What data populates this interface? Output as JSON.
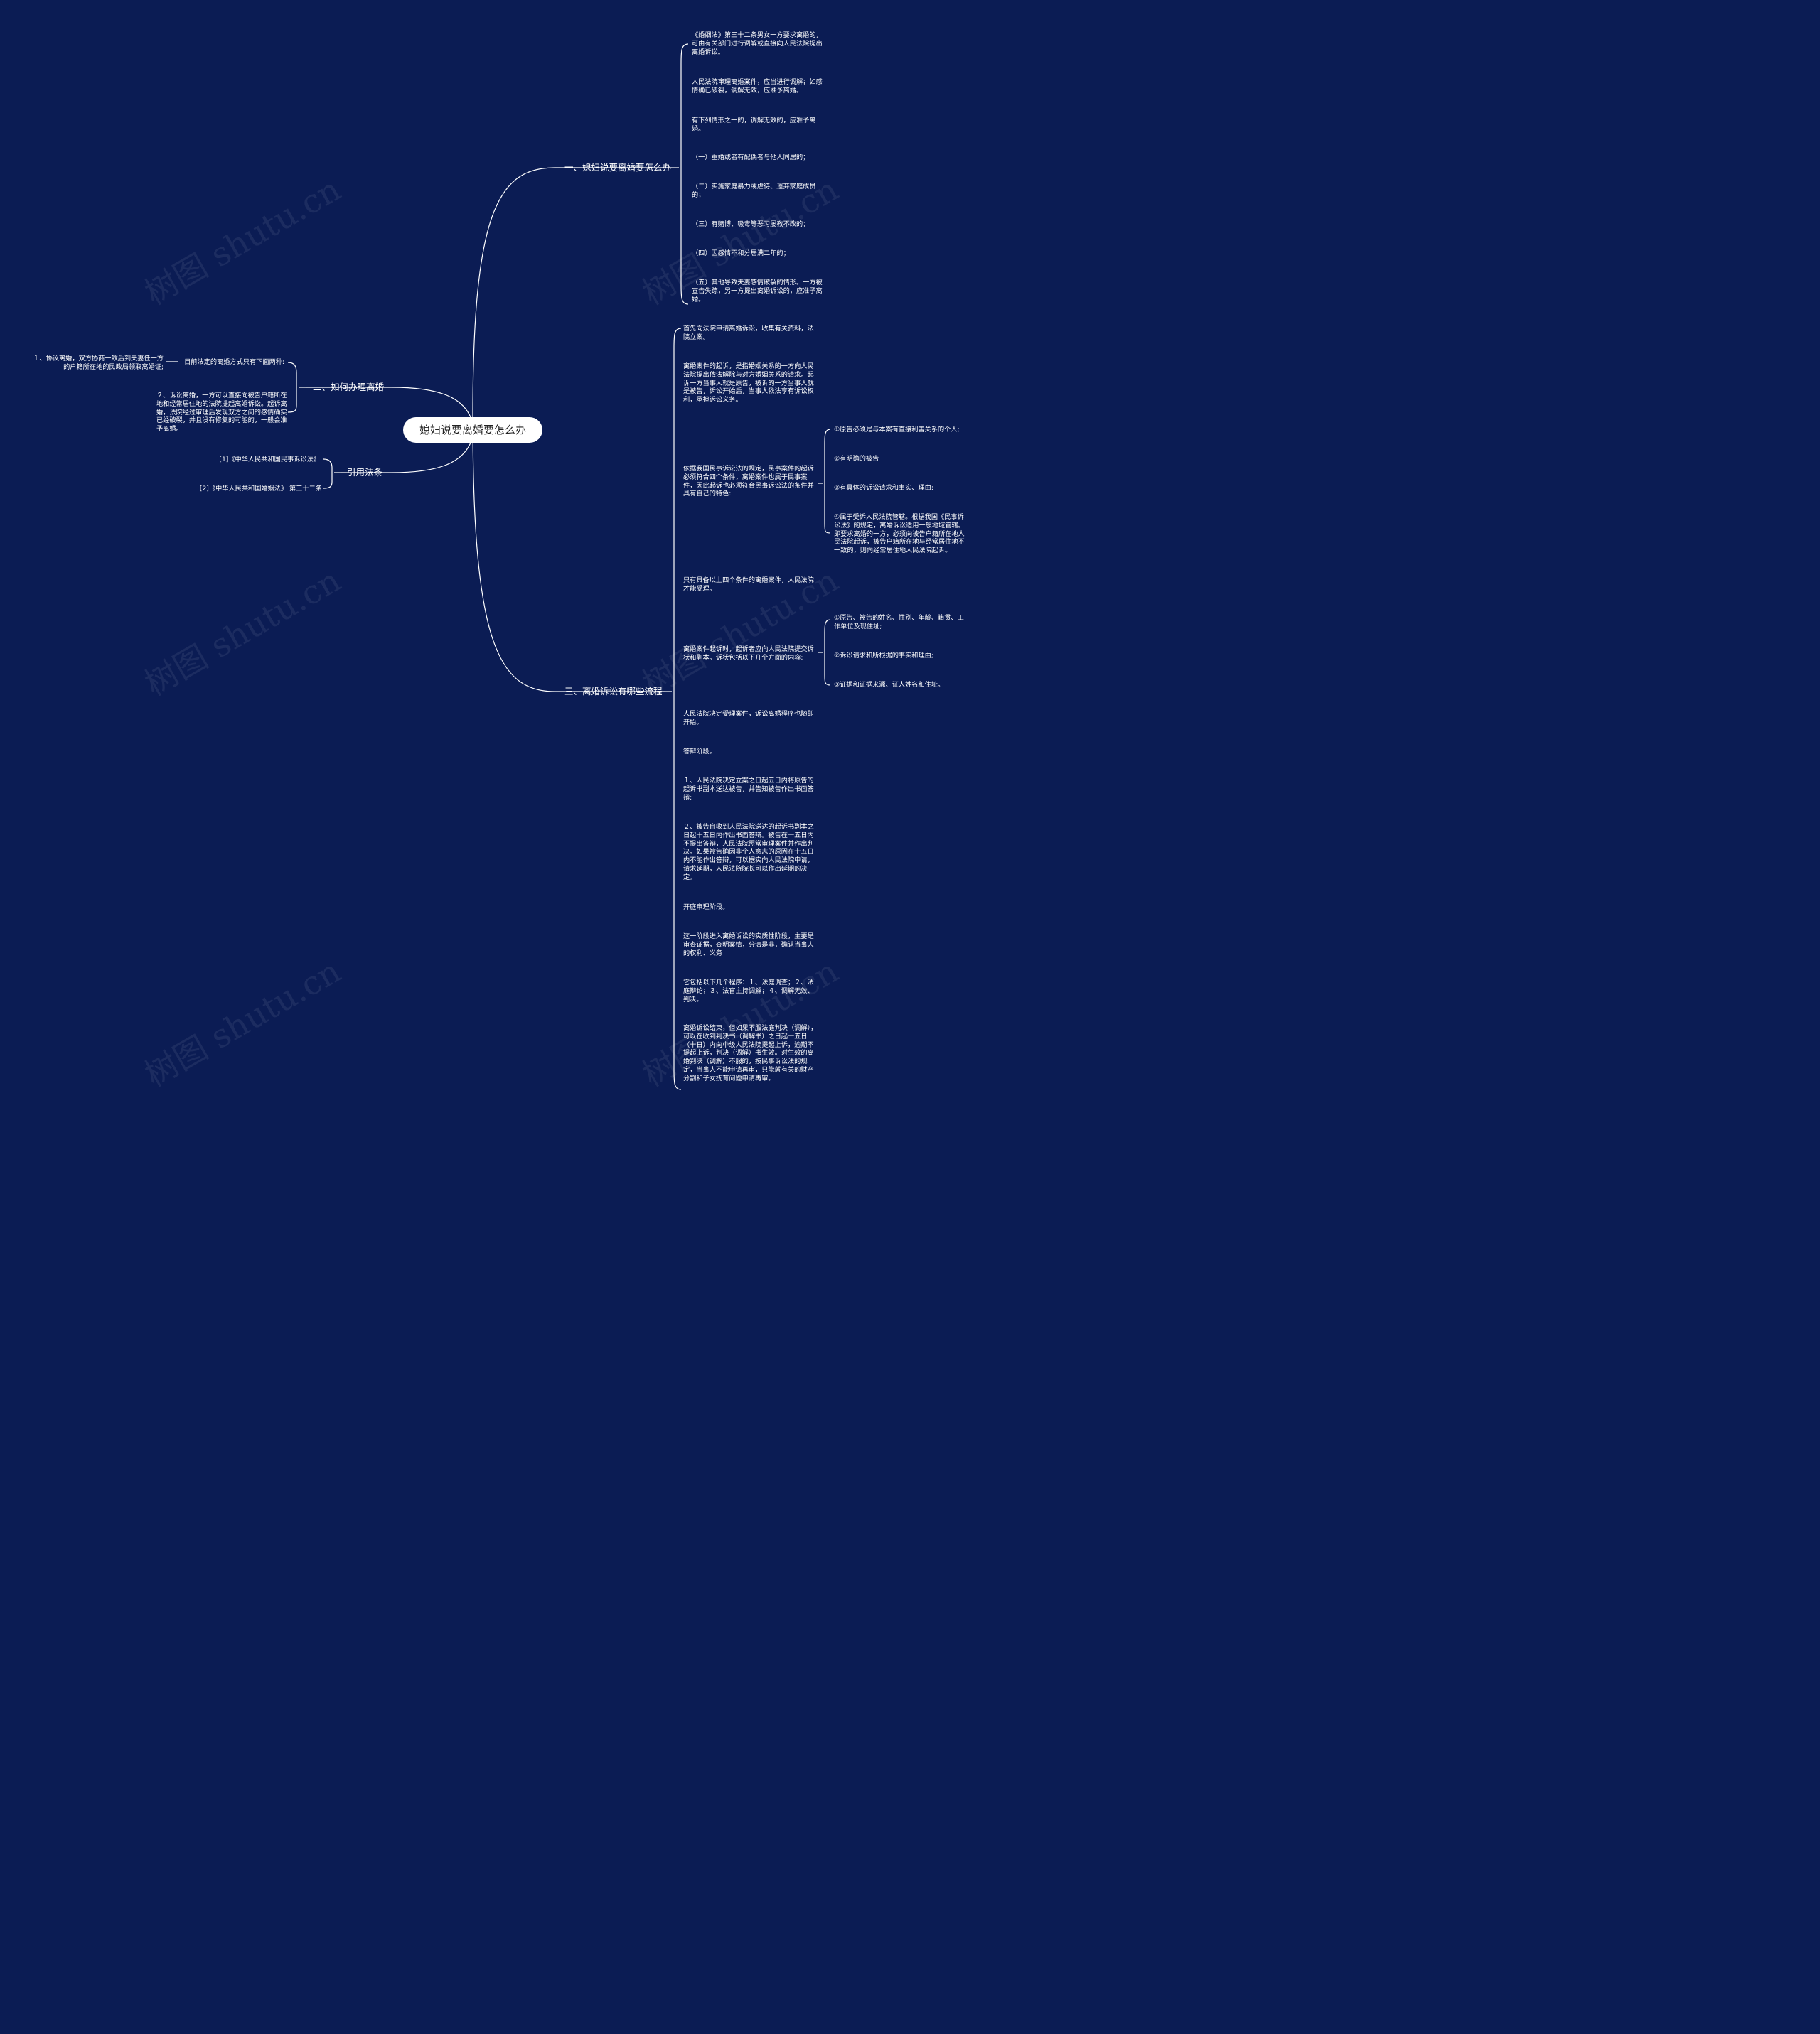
{
  "watermark": "树图 shutu.cn",
  "root": {
    "label": "媳妇说要离婚要怎么办"
  },
  "branches": [
    {
      "label": "一、媳妇说要离婚要怎么办",
      "children": [
        "《婚姻法》第三十二条男女一方要求离婚的，可由有关部门进行调解或直接向人民法院提出离婚诉讼。",
        "人民法院审理离婚案件，应当进行调解；如感情确已破裂，调解无效，应准予离婚。",
        "有下列情形之一的，调解无效的，应准予离婚。",
        "（一）重婚或者有配偶者与他人同居的；",
        "（二）实施家庭暴力或虐待、遗弃家庭成员的；",
        "（三）有赌博、吸毒等恶习屡教不改的；",
        "（四）因感情不和分居满二年的；",
        "（五）其他导致夫妻感情破裂的情形。一方被宣告失踪，另一方提出离婚诉讼的，应准予离婚。"
      ]
    },
    {
      "label": "二、如何办理离婚",
      "children": [
        {
          "text": "目前法定的离婚方式只有下面两种:",
          "children": [
            "１、协议离婚，双方协商一致后到夫妻任一方的户籍所在地的民政局领取离婚证;"
          ]
        },
        "２、诉讼离婚，一方可以直接向被告户籍所在地和经常居住地的法院提起离婚诉讼。起诉离婚，法院经过审理后发现双方之间的感情确实已经破裂，并且没有修复的可能的，一般会准予离婚。"
      ]
    },
    {
      "label": "引用法条",
      "children": [
        "[1]《中华人民共和国民事诉讼法》",
        "[2]《中华人民共和国婚姻法》 第三十二条"
      ]
    },
    {
      "label": "三、离婚诉讼有哪些流程",
      "children": [
        "首先向法院申请离婚诉讼，收集有关资料，法院立案。",
        "离婚案件的起诉，是指婚姻关系的一方向人民法院提出依法解除与对方婚姻关系的请求。起诉一方当事人就是原告，被诉的一方当事人就是被告，诉讼开始后，当事人依法享有诉讼权利，承担诉讼义务。",
        {
          "text": "依据我国民事诉讼法的规定，民事案件的起诉必须符合四个条件，离婚案件也属于民事案件，因此起诉也必须符合民事诉讼法的条件并具有自己的特色:",
          "children": [
            "①原告必须是与本案有直接利害关系的个人;",
            "②有明确的被告",
            "③有具体的诉讼请求和事实、理由;",
            "④属于受诉人民法院管辖。根据我国《民事诉讼法》的规定，离婚诉讼适用一般地域管辖。即要求离婚的一方，必须向被告户籍所在地人民法院起诉，被告户籍所在地与经常居住地不一致的，则向经常居住地人民法院起诉。"
          ]
        },
        "只有具备以上四个条件的离婚案件，人民法院才能受理。",
        {
          "text": "离婚案件起诉时，起诉者应向人民法院提交诉状和副本。诉状包括以下几个方面的内容:",
          "children": [
            "①原告、被告的姓名、性别、年龄、籍贯、工作单位及现住址;",
            "②诉讼请求和所根据的事实和理由;",
            "③证据和证据来源、证人姓名和住址。"
          ]
        },
        "人民法院决定受理案件，诉讼离婚程序也随即开始。",
        "答辩阶段。",
        "１、人民法院决定立案之日起五日内将原告的起诉书副本送达被告，并告知被告作出书面答辩;",
        "２、被告自收到人民法院送达的起诉书副本之日起十五日内作出书面答辩。被告在十五日内不提出答辩，人民法院照常审理案件并作出判决。如果被告确因非个人意志的原因在十五日内不能作出答辩，可以据实向人民法院申请，请求延期，人民法院院长可以作出延期的决定。",
        "开庭审理阶段。",
        "这一阶段进入离婚诉讼的实质性阶段，主要是审查证据，查明案情，分清是非，确认当事人的权利、义务",
        "它包括以下几个程序：１、法庭调查；２、法庭辩论；３、法官主持调解；４、调解无效、判决。",
        "离婚诉讼结束，但如果不服法庭判决（调解），可以在收到判决书（调解书）之日起十五日（十日）内向中级人民法院提起上诉，逾期不提起上诉，判决（调解）书生效。对生效的离婚判决（调解）不服的，按民事诉讼法的规定，当事人不能申请再审，只能就有关的财产分割和子女抚育问题申请再审。"
      ]
    }
  ]
}
